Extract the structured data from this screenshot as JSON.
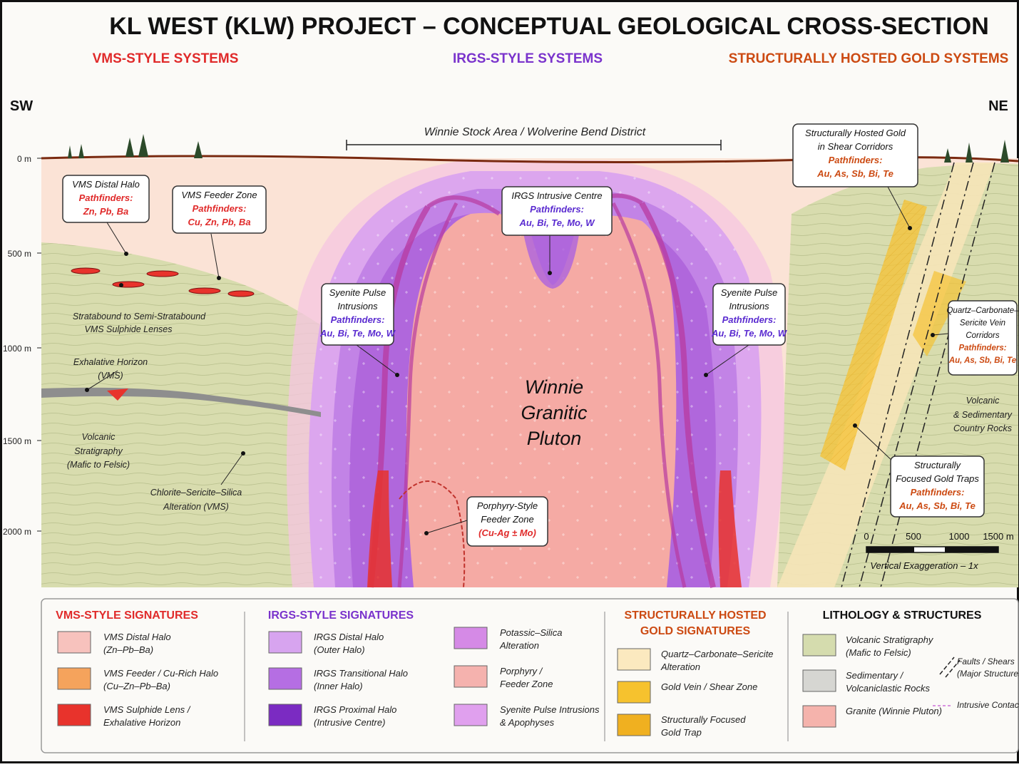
{
  "header": {
    "title": "KL WEST (KLW) PROJECT – CONCEPTUAL GEOLOGICAL CROSS-SECTION",
    "systems": [
      {
        "label": "VMS-STYLE SYSTEMS",
        "color": "#e02a2a"
      },
      {
        "label": "IRGS-STYLE SYSTEMS",
        "color": "#7a33cc"
      },
      {
        "label": "STRUCTURALLY HOSTED GOLD SYSTEMS",
        "color": "#cc4a12"
      }
    ]
  },
  "section": {
    "dir_left": "SW",
    "dir_right": "NE",
    "district": "Winnie Stock Area / Wolverine Bend District",
    "depth_ticks": [
      "0 m",
      "500 m",
      "1000 m",
      "1500 m",
      "2000 m"
    ],
    "pluton_label": [
      "Winnie",
      "Granitic",
      "Pluton"
    ]
  },
  "callouts": {
    "vms_distal": {
      "title": [
        "VMS Distal Halo"
      ],
      "pf_label": "Pathfinders:",
      "pf": [
        "Zn, Pb, Ba"
      ]
    },
    "vms_feeder": {
      "title": [
        "VMS Feeder Zone"
      ],
      "pf_label": "Pathfinders:",
      "pf": [
        "Cu, Zn, Pb, Ba"
      ]
    },
    "irgs_centre": {
      "title": [
        "IRGS Intrusive Centre"
      ],
      "pf_label": "Pathfinders:",
      "pf": [
        "Au, Bi, Te, Mo, W"
      ]
    },
    "syenite_left": {
      "title": [
        "Syenite Pulse",
        "Intrusions"
      ],
      "pf_label": "Pathfinders:",
      "pf": [
        "Au, Bi, Te, Mo, W"
      ]
    },
    "syenite_right": {
      "title": [
        "Syenite Pulse",
        "Intrusions"
      ],
      "pf_label": "Pathfinders:",
      "pf": [
        "Au, Bi, Te, Mo, W"
      ]
    },
    "shear_gold": {
      "title": [
        "Structurally Hosted Gold",
        "in Shear Corridors"
      ],
      "pf_label": "Pathfinders:",
      "pf": [
        "Au, As, Sb, Bi, Te"
      ]
    },
    "qcs_corridors": {
      "title": [
        "Quartz–Carbonate–",
        "Sericite Vein",
        "Corridors"
      ],
      "pf_label": "Pathfinders:",
      "pf": [
        "Au, As, Sb, Bi, Te"
      ]
    },
    "gold_traps": {
      "title": [
        "Structurally",
        "Focused Gold Traps"
      ],
      "pf_label": "Pathfinders:",
      "pf": [
        "Au, As, Sb, Bi, Te"
      ]
    },
    "porphyry": {
      "title": [
        "Porphyry-Style",
        "Feeder Zone"
      ],
      "pf_label": "",
      "pf": [
        "(Cu-Ag ± Mo)"
      ]
    }
  },
  "labels": {
    "lenses": [
      "Stratabound to Semi-Stratabound",
      "VMS Sulphide Lenses"
    ],
    "exhalative": [
      "Exhalative Horizon",
      "(VMS)"
    ],
    "volcanic_strat": [
      "Volcanic",
      "Stratigraphy",
      "(Mafic to Felsic)"
    ],
    "chlorite": [
      "Chlorite–Sericite–Silica",
      "Alteration (VMS)"
    ],
    "country_rocks": [
      "Volcanic",
      "& Sedimentary",
      "Country Rocks"
    ]
  },
  "scale": {
    "ticks": [
      "0",
      "500",
      "1000",
      "1500 m"
    ],
    "note": "Vertical Exaggeration – 1x"
  },
  "legend": {
    "vms": {
      "heading": [
        "VMS-STYLE SIGNATURES"
      ],
      "items": [
        {
          "label": [
            "VMS Distal Halo",
            "(Zn–Pb–Ba)"
          ],
          "color": "#f7c2bd"
        },
        {
          "label": [
            "VMS Feeder / Cu-Rich Halo",
            "(Cu–Zn–Pb–Ba)"
          ],
          "color": "#f5a35c"
        },
        {
          "label": [
            "VMS Sulphide Lens /",
            "Exhalative Horizon"
          ],
          "color": "#e8332c"
        }
      ]
    },
    "irgs": {
      "heading": [
        "IRGS-STYLE SIGNATURES"
      ],
      "items": [
        {
          "label": [
            "IRGS Distal Halo",
            "(Outer Halo)"
          ],
          "color": "#d7a4ef"
        },
        {
          "label": [
            "IRGS Transitional Halo",
            "(Inner Halo)"
          ],
          "color": "#b56ee3"
        },
        {
          "label": [
            "IRGS Proximal Halo",
            "(Intrusive Centre)"
          ],
          "color": "#7b2bc2"
        },
        {
          "label": [
            "Potassic–Silica",
            "Alteration"
          ],
          "color": "#d58ae6"
        },
        {
          "label": [
            "Porphyry /",
            "Feeder Zone"
          ],
          "color": "#f5b2ae"
        },
        {
          "label": [
            "Syenite Pulse Intrusions",
            "& Apophyses"
          ],
          "color": "#e0a0ee"
        }
      ]
    },
    "struct": {
      "heading": [
        "STRUCTURALLY HOSTED",
        "GOLD SIGNATURES"
      ],
      "items": [
        {
          "label": [
            "Quartz–Carbonate–Sericite",
            "Alteration"
          ],
          "color": "#fbe9bf"
        },
        {
          "label": [
            "Gold Vein / Shear Zone"
          ],
          "color": "#f6c22e"
        },
        {
          "label": [
            "Structurally Focused",
            "Gold Trap"
          ],
          "color": "#f0b020"
        }
      ]
    },
    "litho": {
      "heading": [
        "LITHOLOGY & STRUCTURES"
      ],
      "items": [
        {
          "label": [
            "Volcanic Stratigraphy",
            "(Mafic to Felsic)"
          ],
          "color": "#d5dcae"
        },
        {
          "label": [
            "Sedimentary /",
            "Volcaniclastic Rocks"
          ],
          "color": "#d6d6d2"
        },
        {
          "label": [
            "Granite (Winnie Pluton)"
          ],
          "color": "#f5b3ac"
        }
      ],
      "structures": [
        {
          "label": [
            "Faults / Shears",
            "(Major Structures)"
          ]
        },
        {
          "label": [
            "Intrusive Contact"
          ]
        }
      ]
    }
  }
}
